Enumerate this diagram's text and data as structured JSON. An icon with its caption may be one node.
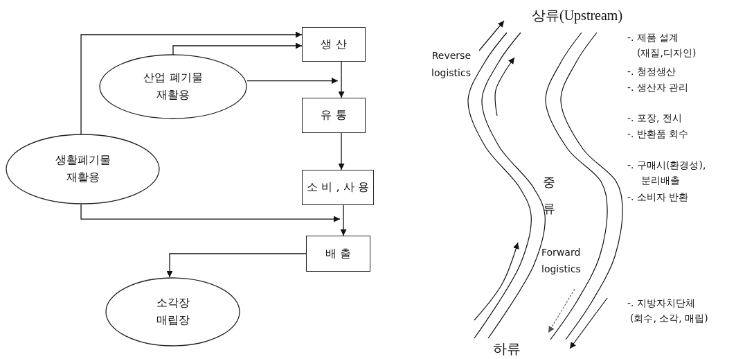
{
  "diagram": {
    "nodes": [
      {
        "text": [
          "생 산"
        ]
      },
      {
        "text": [
          "산업 폐기물 재활용"
        ]
      },
      {
        "text": [
          "유 통"
        ]
      },
      {
        "text": [
          "생활폐기물 재활용"
        ]
      },
      {
        "text": [
          "소 비 , 사 용"
        ]
      },
      {
        "text": [
          "배 출"
        ]
      },
      {
        "text": [
          "소각장 매립장"
        ]
      }
    ],
    "edges": [
      {
        "from": 3,
        "to": 0,
        "arrow": "to"
      },
      {
        "from": 1,
        "to": 0,
        "arrow": "to"
      },
      {
        "from": 1,
        "to": 2,
        "arrow": "to"
      },
      {
        "from": 0,
        "to": 2,
        "arrow": "to"
      },
      {
        "from": 2,
        "to": 4,
        "arrow": "to"
      },
      {
        "from": 3,
        "to": 5,
        "arrow": "to"
      },
      {
        "from": 4,
        "to": 5,
        "arrow": "to"
      },
      {
        "from": 5,
        "to": 6,
        "arrow": "to"
      }
    ],
    "labels": [
      "상류(Upstream)",
      "Reverse logistics",
      "-. 제품 설계 (재질,디자인)",
      "-. 청정생산",
      "-. 생산자 관리",
      "-. 포장, 전시",
      "-. 반환품 회수",
      "중류",
      "-. 구매시(환경성), 분리배출",
      "-. 소비자 반환",
      "Forward logistics",
      "-. 지방자치단체 (회수, 소각, 매립)",
      "하류"
    ]
  }
}
